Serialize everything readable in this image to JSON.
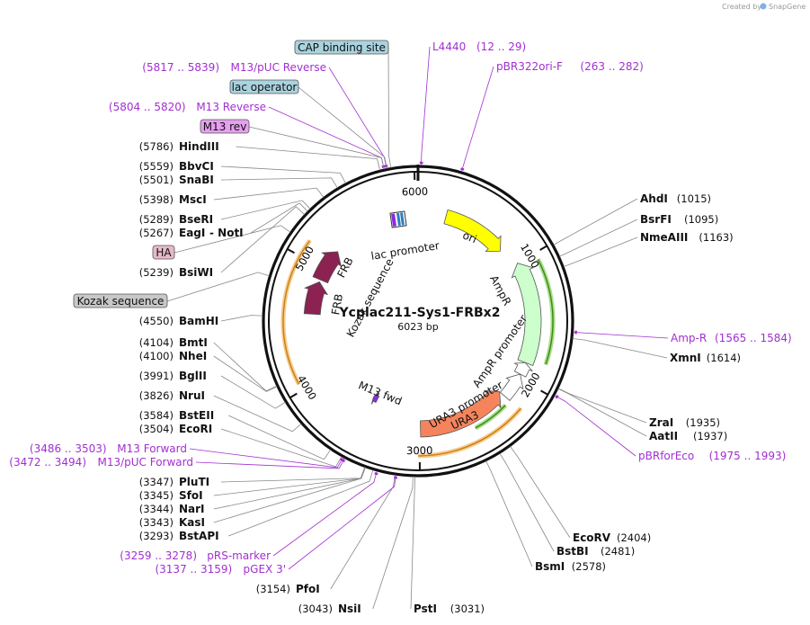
{
  "credit": {
    "prefix": "Created by",
    "brand": "SnapGene"
  },
  "plasmid": {
    "name": "Ycplac211-Sys1-FRBx2",
    "size_label": "6023 bp",
    "length": 6023
  },
  "ticks": [
    {
      "bp": 1000,
      "label": "1000"
    },
    {
      "bp": 2000,
      "label": "2000"
    },
    {
      "bp": 3000,
      "label": "3000"
    },
    {
      "bp": 4000,
      "label": "4000"
    },
    {
      "bp": 5000,
      "label": "5000"
    },
    {
      "bp": 6000,
      "label": "6000"
    }
  ],
  "enzymes_left": [
    {
      "name": "HindIII",
      "pos": "(5786)",
      "bp": 5786
    },
    {
      "name": "BbvCI",
      "pos": "(5559)",
      "bp": 5559
    },
    {
      "name": "SnaBI",
      "pos": "(5501)",
      "bp": 5501
    },
    {
      "name": "MscI",
      "pos": "(5398)",
      "bp": 5398
    },
    {
      "name": "BseRI",
      "pos": "(5289)",
      "bp": 5289
    },
    {
      "name": "EagI",
      "pos": "(5267)",
      "bp": 5267,
      "extra": "- NotI"
    },
    {
      "name": "BsiWI",
      "pos": "(5239)",
      "bp": 5239
    },
    {
      "name": "BamHI",
      "pos": "(4550)",
      "bp": 4550
    },
    {
      "name": "BmtI",
      "pos": "(4104)",
      "bp": 4104
    },
    {
      "name": "NheI",
      "pos": "(4100)",
      "bp": 4100
    },
    {
      "name": "BglII",
      "pos": "(3991)",
      "bp": 3991
    },
    {
      "name": "NruI",
      "pos": "(3826)",
      "bp": 3826
    },
    {
      "name": "BstEII",
      "pos": "(3584)",
      "bp": 3584
    },
    {
      "name": "EcoRI",
      "pos": "(3504)",
      "bp": 3504
    },
    {
      "name": "PluTI",
      "pos": "(3347)",
      "bp": 3347
    },
    {
      "name": "SfoI",
      "pos": "(3345)",
      "bp": 3345
    },
    {
      "name": "NarI",
      "pos": "(3344)",
      "bp": 3344
    },
    {
      "name": "KasI",
      "pos": "(3343)",
      "bp": 3343
    },
    {
      "name": "BstAPI",
      "pos": "(3293)",
      "bp": 3293
    },
    {
      "name": "PfoI",
      "pos": "(3154)",
      "bp": 3154
    },
    {
      "name": "NsiI",
      "pos": "(3043)",
      "bp": 3043
    }
  ],
  "enzymes_right": [
    {
      "name": "AhdI",
      "pos": "(1015)",
      "bp": 1015
    },
    {
      "name": "BsrFI",
      "pos": "(1095)",
      "bp": 1095
    },
    {
      "name": "NmeAIII",
      "pos": "(1163)",
      "bp": 1163
    },
    {
      "name": "XmnI",
      "pos": "(1614)",
      "bp": 1614
    },
    {
      "name": "ZraI",
      "pos": "(1935)",
      "bp": 1935
    },
    {
      "name": "AatII",
      "pos": "(1937)",
      "bp": 1937
    },
    {
      "name": "EcoRV",
      "pos": "(2404)",
      "bp": 2404
    },
    {
      "name": "BstBI",
      "pos": "(2481)",
      "bp": 2481
    },
    {
      "name": "BsmI",
      "pos": "(2578)",
      "bp": 2578
    },
    {
      "name": "PstI",
      "pos": "(3031)",
      "bp": 3031
    }
  ],
  "primers": [
    {
      "name": "M13/pUC Reverse",
      "range": "(5817 .. 5839)",
      "bp": 5828
    },
    {
      "name": "M13 Reverse",
      "range": "(5804 .. 5820)",
      "bp": 5812
    },
    {
      "name": "L4440",
      "range": "(12 .. 29)",
      "bp": 20
    },
    {
      "name": "pBR322ori-F",
      "range": "(263 .. 282)",
      "bp": 272
    },
    {
      "name": "Amp-R",
      "range": "(1565 .. 1584)",
      "bp": 1574
    },
    {
      "name": "pBRforEco",
      "range": "(1975 .. 1993)",
      "bp": 1984
    },
    {
      "name": "M13 Forward",
      "range": "(3486 .. 3503)",
      "bp": 3494
    },
    {
      "name": "M13/pUC Forward",
      "range": "(3472 .. 3494)",
      "bp": 3483
    },
    {
      "name": "pRS-marker",
      "range": "(3259 .. 3278)",
      "bp": 3268
    },
    {
      "name": "pGEX 3'",
      "range": "(3137 .. 3159)",
      "bp": 3148
    }
  ],
  "boxed_features": [
    {
      "name": "CAP binding site",
      "bp": 5855,
      "color": "#a9d3df"
    },
    {
      "name": "lac operator",
      "bp": 5830,
      "color": "#a9d3df"
    },
    {
      "name": "M13 rev",
      "bp": 5812,
      "color": "#e6a0ef"
    },
    {
      "name": "HA",
      "bp": 5100,
      "color": "#e7b9c8"
    },
    {
      "name": "Kozak sequence",
      "bp": 4800,
      "color": "#c8c8c8"
    }
  ],
  "features": [
    {
      "name": "ori",
      "start": 250,
      "end": 830,
      "strand": 1,
      "color": "#ffff00"
    },
    {
      "name": "AmpR",
      "start": 1000,
      "end": 1860,
      "strand": -1,
      "color": "#ccffcc"
    },
    {
      "name": "AmpR promoter",
      "start": 1860,
      "end": 1965,
      "strand": -1,
      "color": "#ffffff"
    },
    {
      "name": "URA3 promoter",
      "start": 1965,
      "end": 2190,
      "strand": -1,
      "color": "#ffffff"
    },
    {
      "name": "URA3",
      "start": 2190,
      "end": 2990,
      "strand": -1,
      "color": "#f5845c"
    },
    {
      "name": "FRB",
      "start": 4580,
      "end": 4880,
      "strand": 1,
      "color": "#8b2252"
    },
    {
      "name": "FRB",
      "start": 4900,
      "end": 5200,
      "strand": 1,
      "color": "#8b2252"
    },
    {
      "name": "M13 fwd",
      "start": 3470,
      "end": 3520,
      "strand": 1,
      "color": "#8a2be2"
    }
  ],
  "inner_labels": {
    "lac_promoter": "lac promoter",
    "ori": "ori",
    "ampr": "AmpR",
    "ampr_promoter": "AmpR promoter",
    "ura3_promoter": "URA3 promoter",
    "ura3": "URA3",
    "frb1": "FRB",
    "frb2": "FRB",
    "kozak": "Kozak sequence",
    "m13fwd": "M13 fwd"
  },
  "colors": {
    "primer": "#a22fd1",
    "outline": "#333333",
    "orange_arc": "#f0a030",
    "green_arc": "#55aa22"
  }
}
